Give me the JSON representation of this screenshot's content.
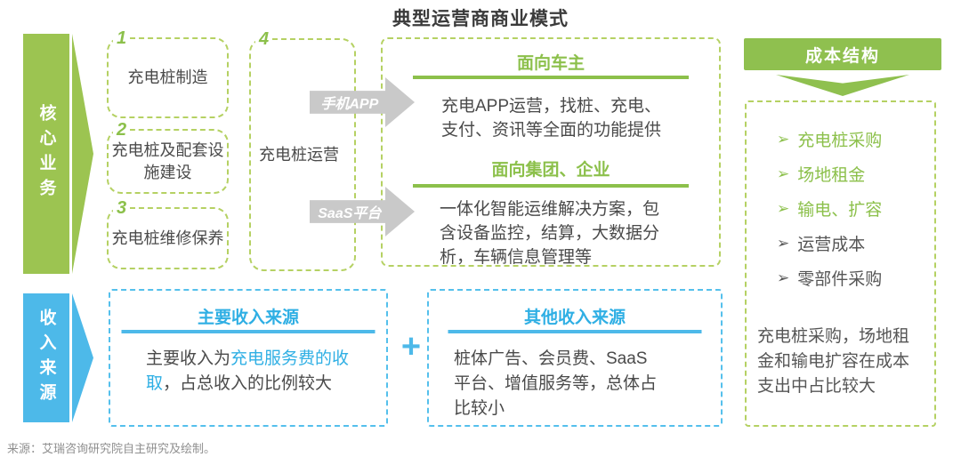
{
  "title": "典型运营商商业模式",
  "colors": {
    "green": "#9CC451",
    "green_border": "#B5D163",
    "green_text": "#8CC04B",
    "blue": "#4DB9E9",
    "blue_text": "#2FAFE4",
    "arrow_gray": "#C9C9C9",
    "text_dark": "#4A4A4A"
  },
  "core_business": {
    "banner_label": "核心业务",
    "boxes": [
      {
        "num": "1",
        "label": "充电桩制造"
      },
      {
        "num": "2",
        "label": "充电桩及配套设施建设"
      },
      {
        "num": "3",
        "label": "充电桩维修保养"
      },
      {
        "num": "4",
        "label": "充电桩运营"
      }
    ],
    "arrows": [
      {
        "label": "手机APP"
      },
      {
        "label": "SaaS平台"
      }
    ],
    "service_panel": {
      "sections": [
        {
          "heading": "面向车主",
          "body": "充电APP运营，找桩、充电、支付、资讯等全面的功能提供"
        },
        {
          "heading": "面向集团、企业",
          "body": "一体化智能运维解决方案，包含设备监控，结算，大数据分析，车辆信息管理等"
        }
      ]
    },
    "cost_panel": {
      "header": "成本结构",
      "bullet_icon": "➢",
      "items": [
        {
          "label": "充电桩采购",
          "highlighted": true
        },
        {
          "label": "场地租金",
          "highlighted": true
        },
        {
          "label": "输电、扩容",
          "highlighted": true
        },
        {
          "label": "运营成本",
          "highlighted": false
        },
        {
          "label": "零部件采购",
          "highlighted": false
        }
      ],
      "note": "充电桩采购，场地租金和输电扩容在成本支出中占比较大"
    }
  },
  "revenue": {
    "banner_label": "收入来源",
    "primary": {
      "heading": "主要收入来源",
      "body_prefix": "主要收入为",
      "body_highlight": "充电服务费的收取",
      "body_suffix": "，占总收入的比例较大"
    },
    "plus_sign": "+",
    "other": {
      "heading": "其他收入来源",
      "body": "桩体广告、会员费、SaaS平台、增值服务等，总体占比较小"
    }
  },
  "footer": {
    "source": "来源：艾瑞咨询研究院自主研究及绘制。"
  }
}
